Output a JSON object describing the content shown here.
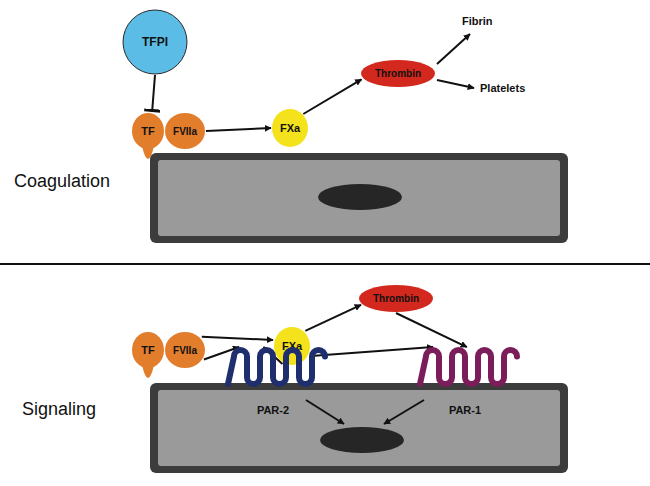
{
  "diagram": {
    "nodes": [
      {
        "text": [
          "TFPI"
        ]
      },
      {
        "text": [
          "TF"
        ]
      },
      {
        "text": [
          "FVIIa"
        ]
      },
      {
        "text": [
          "FXa"
        ]
      },
      {
        "text": [
          "Thrombin"
        ]
      },
      {
        "text": [
          "TF"
        ]
      },
      {
        "text": [
          "FVIIa"
        ]
      },
      {
        "text": [
          "FXa"
        ]
      },
      {
        "text": [
          "Thrombin"
        ]
      },
      {
        "text": [
          "PAR-2"
        ]
      },
      {
        "text": [
          "PAR-1"
        ]
      }
    ],
    "edges": [
      {
        "from": 0,
        "to": 1,
        "arrow": "to"
      },
      {
        "from": 2,
        "to": 3,
        "arrow": "to"
      },
      {
        "from": 3,
        "to": 4,
        "arrow": "to"
      },
      {
        "from": 6,
        "to": 7,
        "arrow": "to"
      },
      {
        "from": 7,
        "to": 8,
        "arrow": "to"
      },
      {
        "from": 6,
        "to": 9,
        "arrow": "to"
      },
      {
        "from": 7,
        "to": 9,
        "arrow": "to"
      },
      {
        "from": 7,
        "to": 10,
        "arrow": "to"
      },
      {
        "from": 8,
        "to": 10,
        "arrow": "to"
      }
    ],
    "labels": [
      "Fibrin",
      "Platelets",
      "Coagulation",
      "Signaling"
    ]
  }
}
